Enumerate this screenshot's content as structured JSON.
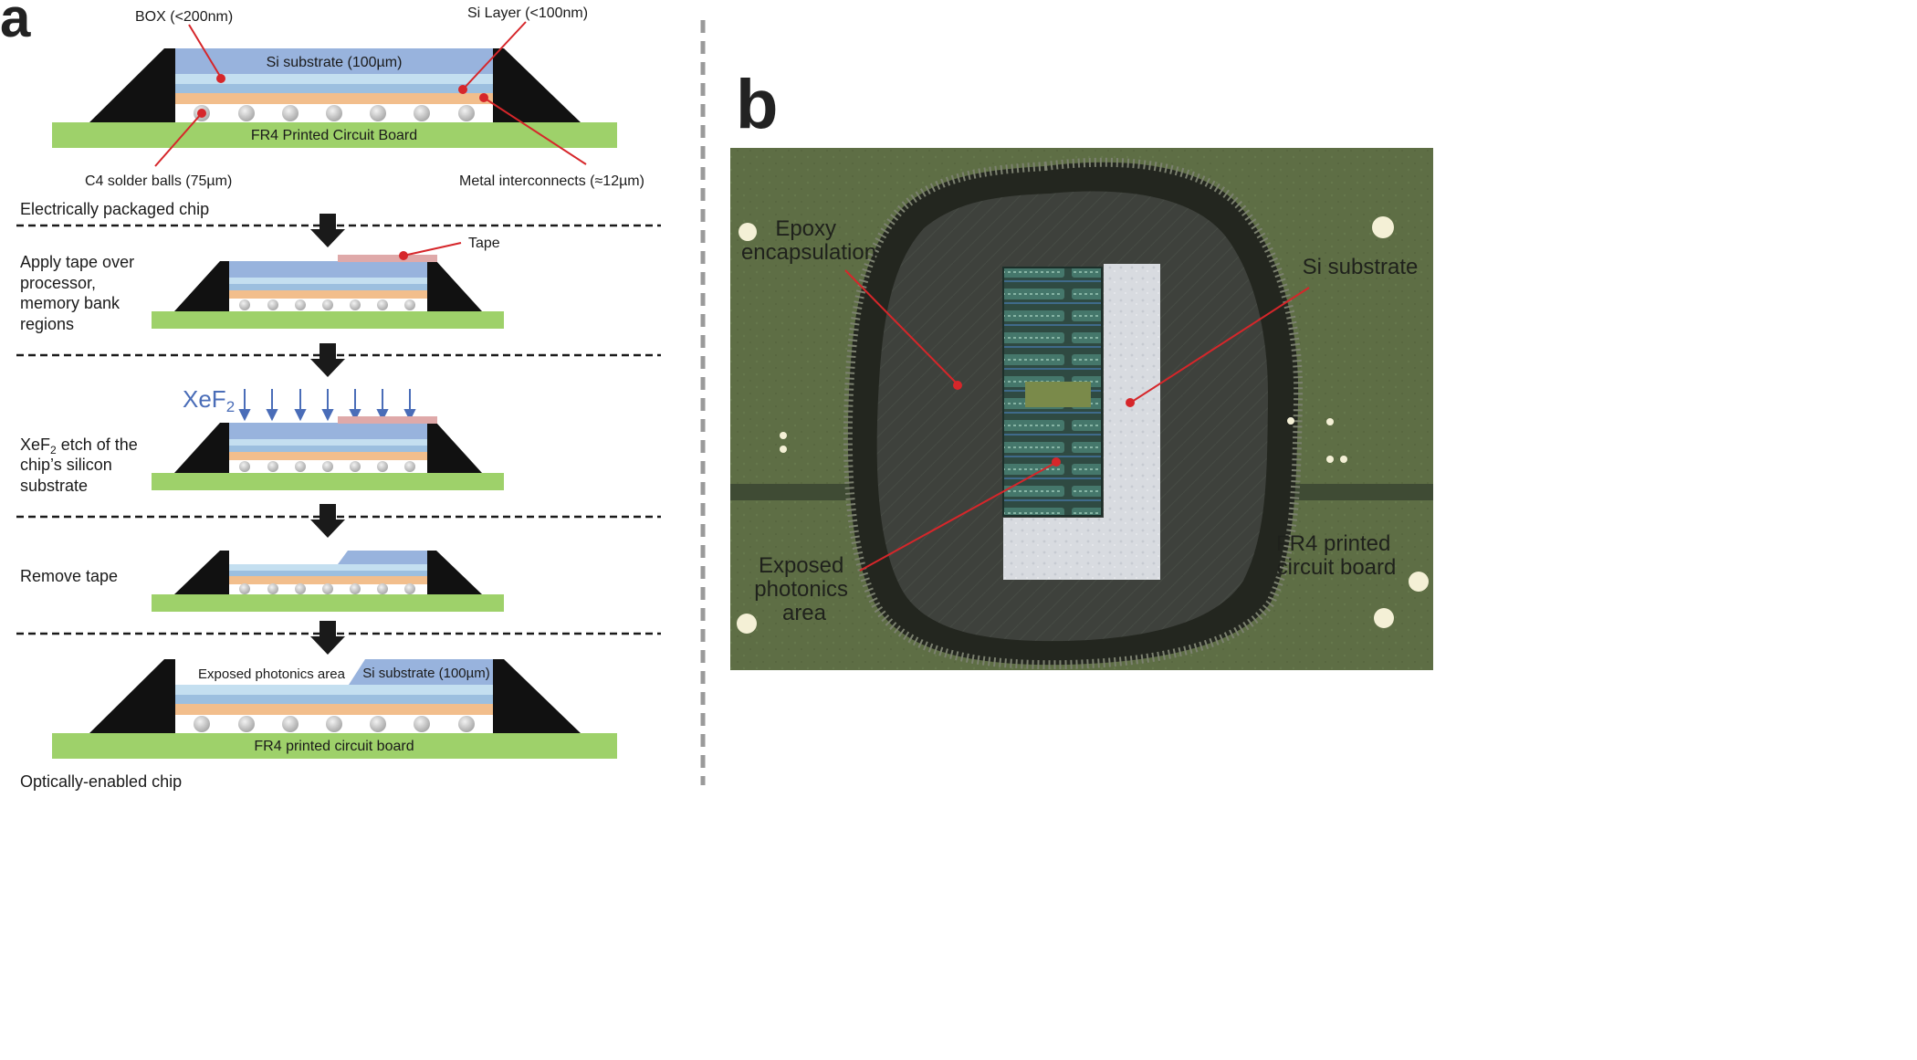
{
  "panels": {
    "a": "a",
    "b": "b"
  },
  "colors": {
    "si_substrate": "#98b3dd",
    "box": "#c4dff0",
    "si_layer": "#9cbfdf",
    "metal": "#f2be8c",
    "tape": "#dfa9a9",
    "pcb": "#9ed16a",
    "mold": "#111111",
    "ball": "#c4c4c4",
    "callout": "#d6262a",
    "xef2": "#4a6db8",
    "dashed": "#1a1a1a",
    "divider": "#9a9a9a",
    "photo_board": "#5e6e45",
    "photo_epoxy": "#3c3f3a",
    "photo_si": "#d8dbe0"
  },
  "top_stack": {
    "box_label": "BOX (<200nm)",
    "si_layer_label": "Si Layer (<100nm)",
    "si_substrate_label": "Si substrate (100µm)",
    "pcb_label": "FR4 Printed Circuit Board",
    "c4_label": "C4 solder balls (75µm)",
    "metal_label": "Metal interconnects (≈12µm)"
  },
  "steps": {
    "s1": "Electrically packaged chip",
    "s2": [
      "Apply tape over",
      "processor,",
      "memory bank",
      "regions"
    ],
    "s2_tape": "Tape",
    "xef2_label": "XeF",
    "xef2_sub": "2",
    "s3": {
      "l1a": "XeF",
      "l1sub": "2",
      "l1b": " etch of the",
      "l2": "chip’s silicon",
      "l3": "substrate"
    },
    "s4": "Remove tape",
    "s5": "Optically-enabled chip"
  },
  "final_stack": {
    "exposed_label": "Exposed photonics area",
    "si_substrate_label": "Si substrate (100µm)",
    "pcb_label": "FR4 printed circuit board"
  },
  "photo": {
    "epoxy": [
      "Epoxy",
      "encapsulation"
    ],
    "si_substrate": "Si substrate",
    "exposed": [
      "Exposed",
      "photonics",
      "area"
    ],
    "fr4": [
      "FR4 printed",
      "circuit board"
    ]
  }
}
